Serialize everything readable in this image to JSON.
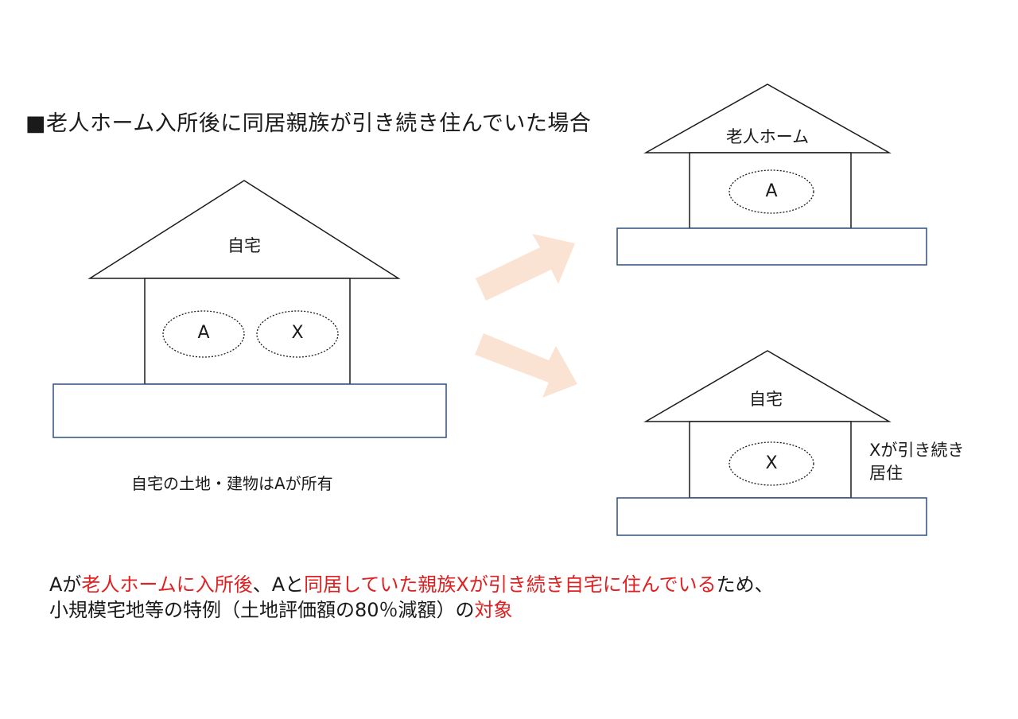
{
  "title": "■老人ホーム入所後に同居親族が引き続き住んでいた場合",
  "left_house": {
    "roof_label": "自宅",
    "occupants": [
      "A",
      "X"
    ],
    "caption": "自宅の土地・建物はAが所有"
  },
  "top_right_house": {
    "roof_label": "老人ホーム",
    "occupant": "A"
  },
  "bottom_right_house": {
    "roof_label": "自宅",
    "occupant": "X",
    "note_line1": "Xが引き続き",
    "note_line2": "居住"
  },
  "conclusion": {
    "line1": [
      {
        "text": "Aが",
        "highlight": false
      },
      {
        "text": "老人ホームに入所後",
        "highlight": true
      },
      {
        "text": "、Aと",
        "highlight": false
      },
      {
        "text": "同居していた親族Xが引き続き自宅に住んでいる",
        "highlight": true
      },
      {
        "text": "ため、",
        "highlight": false
      }
    ],
    "line2": [
      {
        "text": "小規模宅地等の特例（土地評価額の80％減額）の",
        "highlight": false
      },
      {
        "text": "対象",
        "highlight": true
      }
    ]
  },
  "colors": {
    "highlight": "#e02020",
    "arrow": "#fbe3d4",
    "land_border": "#2f4f7f",
    "outline": "#1a1a1a"
  }
}
